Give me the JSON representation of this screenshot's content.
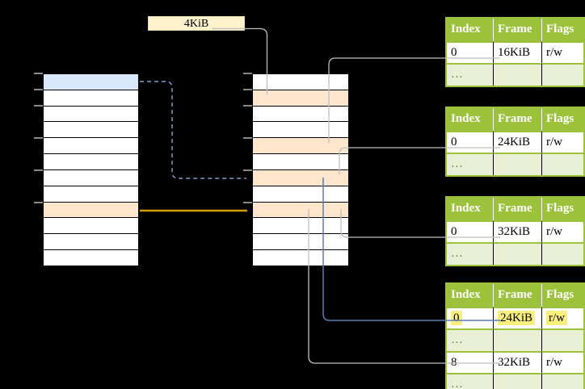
{
  "page_size_label": "4KiB",
  "memory": {
    "virtual": {
      "rows": [
        "blue",
        "white",
        "white",
        "white",
        "white",
        "white",
        "white",
        "white",
        "orange",
        "white",
        "white",
        "white"
      ]
    },
    "physical": {
      "rows": [
        "white",
        "orange",
        "white",
        "white",
        "orange",
        "white",
        "orange",
        "white",
        "orange",
        "white",
        "white",
        "white"
      ]
    }
  },
  "page_tables": [
    {
      "headers": [
        "Index",
        "Frame",
        "Flags"
      ],
      "rows": [
        {
          "cells": [
            "0",
            "16KiB",
            "r/w"
          ],
          "dots": false,
          "highlight": false
        },
        {
          "cells": [
            "…",
            "",
            ""
          ],
          "dots": true,
          "highlight": false
        }
      ]
    },
    {
      "headers": [
        "Index",
        "Frame",
        "Flags"
      ],
      "rows": [
        {
          "cells": [
            "0",
            "24KiB",
            "r/w"
          ],
          "dots": false,
          "highlight": false
        },
        {
          "cells": [
            "…",
            "",
            ""
          ],
          "dots": true,
          "highlight": false
        }
      ]
    },
    {
      "headers": [
        "Index",
        "Frame",
        "Flags"
      ],
      "rows": [
        {
          "cells": [
            "0",
            "32KiB",
            "r/w"
          ],
          "dots": false,
          "highlight": false
        },
        {
          "cells": [
            "…",
            "",
            ""
          ],
          "dots": true,
          "highlight": false
        }
      ]
    },
    {
      "headers": [
        "Index",
        "Frame",
        "Flags"
      ],
      "rows": [
        {
          "cells": [
            "0",
            "24KiB",
            "r/w"
          ],
          "dots": false,
          "highlight": true
        },
        {
          "cells": [
            "…",
            "",
            ""
          ],
          "dots": true,
          "highlight": false
        },
        {
          "cells": [
            "8",
            "32KiB",
            "r/w"
          ],
          "dots": false,
          "highlight": false
        },
        {
          "cells": [
            "…",
            "",
            ""
          ],
          "dots": true,
          "highlight": false
        }
      ]
    }
  ],
  "palette": {
    "green": "#9CC13B",
    "light_green": "#E9EFD4",
    "dots_color": "#6F7850",
    "highlight": "#FAEF7E",
    "label_cream": "#FFF2CC",
    "page_blue": "#DAE8FC",
    "page_orange": "#FFE6CC",
    "arrow_gray": "#BFBFBF",
    "arrow_orange": "#D79B00",
    "arrow_blue": "#5C7DB5",
    "arrow_blue_dash": "#7F9FCE"
  }
}
